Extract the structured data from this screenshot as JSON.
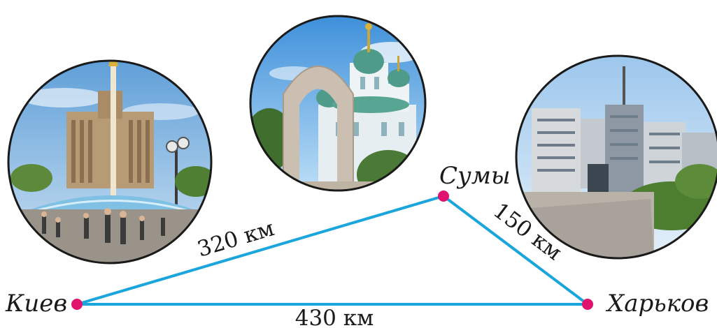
{
  "cities": {
    "kyiv": {
      "label": "Киев"
    },
    "sumy": {
      "label": "Сумы"
    },
    "kharkiv": {
      "label": "Харьков"
    }
  },
  "routes": {
    "kyiv_sumy": {
      "label": "320 км"
    },
    "sumy_kharkiv": {
      "label": "150 км"
    },
    "kyiv_kharkiv": {
      "label": "430 км"
    }
  },
  "colors": {
    "route": "#1aa6dd",
    "city_dot": "#e0136f",
    "text": "#1a1a1a"
  },
  "photos": [
    {
      "subject": "kyiv-independence-square-photo"
    },
    {
      "subject": "sumy-cathedral-photo"
    },
    {
      "subject": "kharkiv-derzhprom-photo"
    }
  ]
}
